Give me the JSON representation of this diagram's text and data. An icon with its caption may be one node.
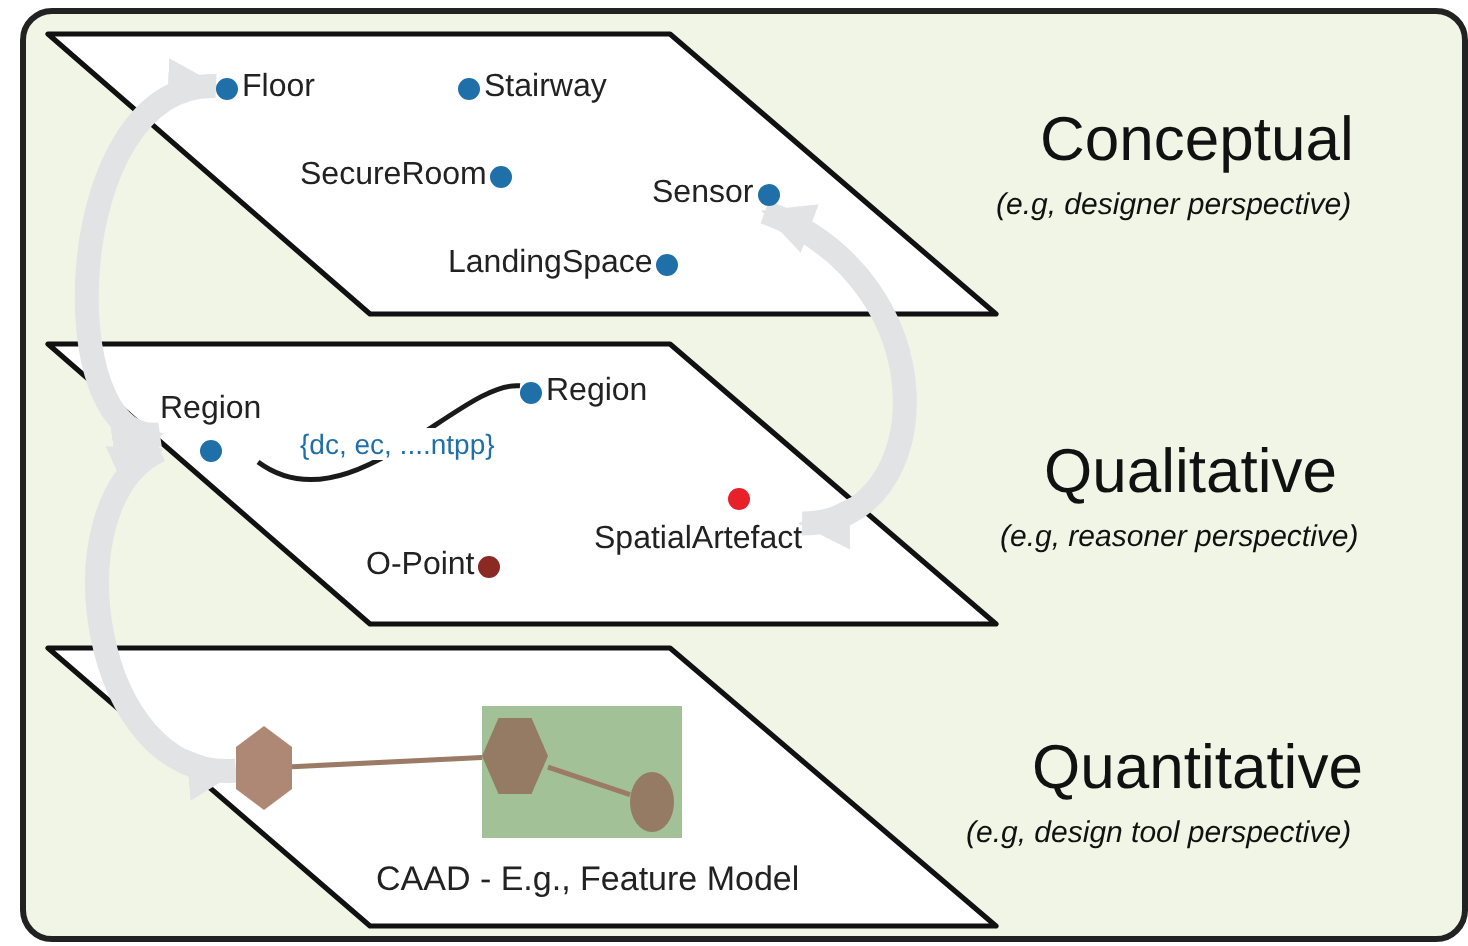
{
  "diagram": {
    "nodes": [
      {
        "text": [],
        "shape": "parallelogram",
        "beside": [
          "Conceptual",
          "(e.g, designer perspective)"
        ]
      },
      {
        "text": [
          "Floor"
        ],
        "in": 0
      },
      {
        "text": [
          "Stairway"
        ],
        "in": 0
      },
      {
        "text": [
          "SecureRoom"
        ],
        "in": 0
      },
      {
        "text": [
          "Sensor"
        ],
        "in": 0
      },
      {
        "text": [
          "LandingSpace"
        ],
        "in": 0
      },
      {
        "text": [],
        "shape": "parallelogram",
        "beside": [
          "Qualitative",
          "(e.g, reasoner perspective)"
        ]
      },
      {
        "text": [
          "Region"
        ],
        "in": 6
      },
      {
        "text": [
          "Region"
        ],
        "in": 6
      },
      {
        "text": [
          "SpatialArtefact"
        ],
        "in": 6
      },
      {
        "text": [
          "O-Point"
        ],
        "in": 6
      },
      {
        "text": [
          "CAAD - E.g., Feature Model"
        ],
        "beside": [
          "Quantitative",
          "(e.g, design tool perspective)"
        ]
      },
      {
        "text": [],
        "shape": "hexagon",
        "in": 11
      },
      {
        "text": [],
        "shape": "box",
        "in": 11
      },
      {
        "text": [],
        "shape": "hexagon",
        "in": 13
      },
      {
        "text": [],
        "shape": "circle",
        "in": 13
      }
    ],
    "edges": [
      {
        "from": 7,
        "to": 8,
        "arrow": "none",
        "label": "{dc, ec, ....ntpp}",
        "color": "#1a1a1a"
      },
      {
        "from": 12,
        "to": 14,
        "arrow": "none",
        "color": "#9b7a66"
      },
      {
        "from": 14,
        "to": 15,
        "arrow": "none",
        "color": "#9b7a66"
      },
      {
        "from": 7,
        "to": 1,
        "arrow": "both",
        "style": "thick",
        "color": "#e2e3e5"
      },
      {
        "from": 4,
        "to": 9,
        "arrow": "both",
        "style": "thick",
        "color": "#e2e3e5"
      },
      {
        "from": 7,
        "to": 12,
        "arrow": "both",
        "style": "thick",
        "color": "#e2e3e5"
      }
    ]
  }
}
